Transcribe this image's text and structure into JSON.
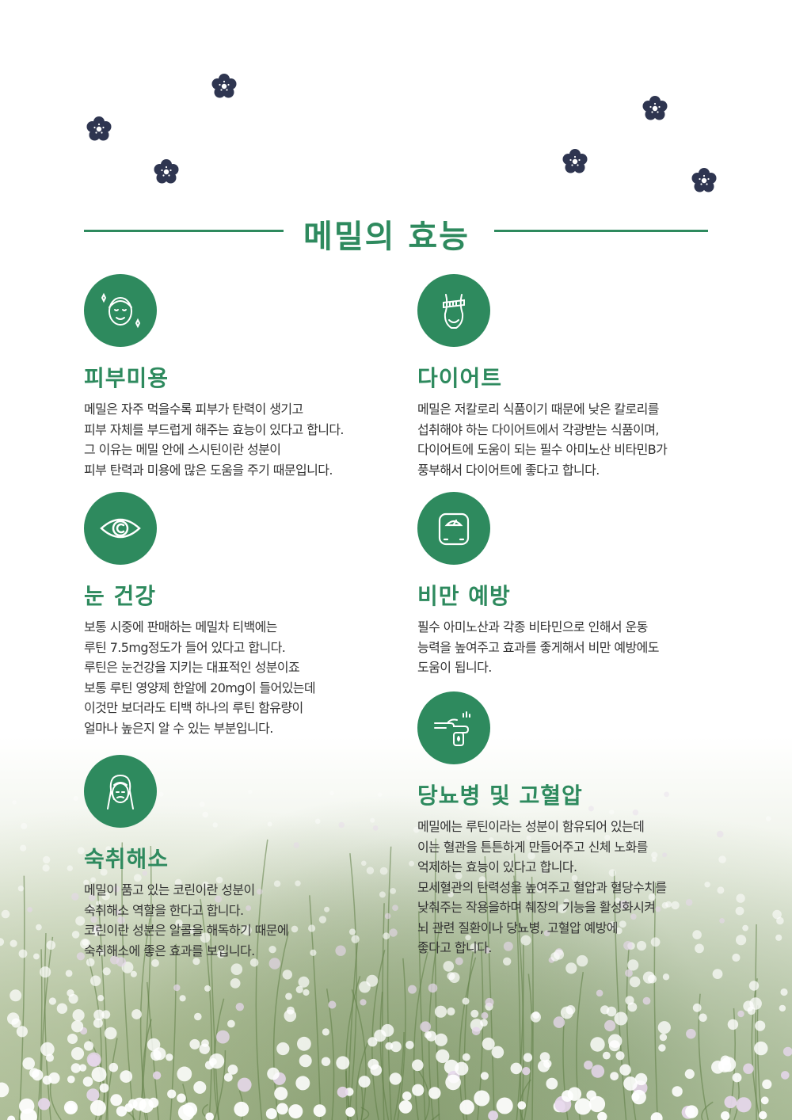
{
  "header": {
    "title": "메밀의 효능"
  },
  "decor": {
    "icon": "plum-blossom-icon",
    "color": "#2e3550"
  },
  "accent_color": "#2e8a5e",
  "sections": [
    {
      "icon": "face-skin-icon",
      "title": "피부미용",
      "lines": [
        "메밀은 자주 먹을수록 피부가 탄력이 생기고",
        "피부 자체를 부드럽게 해주는 효능이 있다고 합니다.",
        "그 이유는 메밀 안에 스시틴이란 성분이",
        "피부 탄력과 미용에 많은 도움을 주기 때문입니다."
      ]
    },
    {
      "icon": "waist-diet-icon",
      "title": "다이어트",
      "lines": [
        "메밀은 저칼로리 식품이기 때문에 낮은 칼로리를",
        "섭취해야 하는 다이어트에서 각광받는 식품이며,",
        "다이어트에 도움이 되는 필수 아미노산  비타민B가",
        "풍부해서 다이어트에 좋다고 합니다."
      ]
    },
    {
      "icon": "eye-icon",
      "title": "눈 건강",
      "lines": [
        "보통 시중에 판매하는 메밀차 티백에는",
        "루틴 7.5mg정도가 들어 있다고 합니다.",
        "루틴은 눈건강을 지키는 대표적인 성분이죠",
        "보통 루틴 영양제 한알에 20mg이 들어있는데",
        "이것만 보더라도 티백 하나의 루틴 함유량이",
        "얼마나 높은지 알 수 있는 부분입니다."
      ]
    },
    {
      "icon": "scale-icon",
      "title": "비만 예방",
      "lines": [
        "필수 아미노산과 각종 비타민으로 인해서 운동",
        "능력을 높여주고 효과를 좋게해서 비만 예방에도",
        "도움이 됩니다."
      ]
    },
    {
      "icon": "headache-icon",
      "title": "숙취해소",
      "lines": [
        "메밀이 품고 있는 코린이란 성분이",
        "숙취해소 역할을 한다고 합니다.",
        "코린이란 성분은 알콜을 해독하기 때문에",
        "숙취해소에 좋은 효과를 보입니다."
      ]
    },
    {
      "icon": "blood-test-icon",
      "title": "당뇨병 및 고혈압",
      "lines": [
        "메밀에는 루틴이라는 성분이 함유되어 있는데",
        "이는 혈관을 튼튼하게 만들어주고 신체 노화를",
        "억제하는 효능이 있다고 합니다.",
        "모세혈관의 탄력성을 높여주고 혈압과 혈당수치를",
        "낮춰주는 작용을하며 췌장의 기능을 활성화시켜",
        "뇌 관련 질환이나 당뇨병, 고혈압 예방에",
        "좋다고 합니다."
      ]
    }
  ]
}
